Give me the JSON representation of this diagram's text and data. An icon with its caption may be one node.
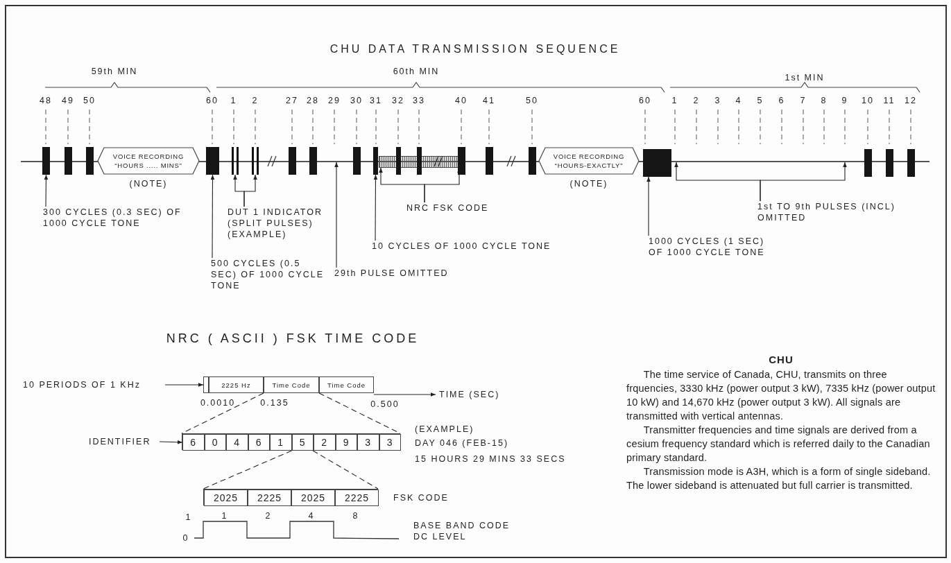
{
  "diagram": {
    "title": "CHU DATA TRANSMISSION SEQUENCE",
    "nodes": [
      {
        "text": [],
        "shape": "bar"
      },
      {
        "text": [],
        "shape": "bar"
      },
      {
        "text": [],
        "shape": "bar"
      },
      {
        "text": [
          "VOICE RECORDING “HOURS ..... MINS”"
        ],
        "beside": [
          "(NOTE)"
        ]
      },
      {
        "text": [],
        "shape": "bar"
      },
      {
        "text": [],
        "shape": "bar"
      },
      {
        "text": [],
        "shape": "bar"
      },
      {
        "text": [],
        "shape": "bar"
      },
      {
        "text": [],
        "shape": "bar"
      },
      {
        "text": [],
        "shape": "bar"
      },
      {
        "text": [],
        "shape": "bar"
      },
      {
        "text": [],
        "shape": "bar"
      },
      {
        "text": [],
        "shape": "bar"
      },
      {
        "text": [],
        "shape": "bar"
      },
      {
        "text": [],
        "shape": "bar"
      },
      {
        "text": [],
        "shape": "bar"
      },
      {
        "text": [],
        "shape": "bar"
      },
      {
        "text": [
          "VOICE RECORDING “HOURS-EXACTLY”"
        ],
        "beside": [
          "(NOTE)"
        ]
      },
      {
        "text": [],
        "shape": "bar"
      },
      {
        "text": [],
        "shape": "bar"
      },
      {
        "text": [],
        "shape": "bar"
      },
      {
        "text": [],
        "shape": "bar"
      },
      {
        "text": [
          "300 CYCLES (0.3 SEC) OF 1000 CYCLE TONE"
        ]
      },
      {
        "text": [
          "DUT 1 INDICATOR (SPLIT PULSES) (EXAMPLE)"
        ]
      },
      {
        "text": [
          "NRC FSK CODE"
        ]
      },
      {
        "text": [
          "1st TO 9th PULSES (INCL) OMITTED"
        ]
      },
      {
        "text": [
          "10 CYCLES OF 1000 CYCLE TONE"
        ]
      },
      {
        "text": [
          "1000 CYCLES (1 SEC) OF 1000 CYCLE TONE"
        ]
      },
      {
        "text": [
          "500 CYCLES (0.5 SEC) OF 1000 CYCLE TONE"
        ]
      },
      {
        "text": [
          "29th PULSE OMITTED"
        ]
      },
      {
        "text": [
          "10 PERIODS OF 1 KHz"
        ]
      },
      {
        "text": [],
        "shape": "box"
      },
      {
        "text": [
          "2225 Hz"
        ]
      },
      {
        "text": [
          "Time Code"
        ]
      },
      {
        "text": [
          "Time Code"
        ]
      },
      {
        "text": [
          "IDENTIFIER"
        ]
      },
      {
        "text": [],
        "shape": "box"
      },
      {
        "text": [
          "6"
        ],
        "in": 36
      },
      {
        "text": [
          "0"
        ],
        "in": 36
      },
      {
        "text": [
          "4"
        ],
        "in": 36
      },
      {
        "text": [
          "6"
        ],
        "in": 36
      },
      {
        "text": [
          "1"
        ],
        "in": 36
      },
      {
        "text": [
          "5"
        ],
        "in": 36
      },
      {
        "text": [
          "2"
        ],
        "in": 36
      },
      {
        "text": [
          "9"
        ],
        "in": 36
      },
      {
        "text": [
          "3"
        ],
        "in": 36
      },
      {
        "text": [
          "3"
        ],
        "in": 36
      },
      {
        "text": [],
        "shape": "box"
      },
      {
        "text": [
          "2025"
        ],
        "in": 47
      },
      {
        "text": [
          "2225"
        ],
        "in": 47
      },
      {
        "text": [
          "2025"
        ],
        "in": 47
      },
      {
        "text": [
          "2225"
        ],
        "in": 47
      },
      {
        "text": [],
        "shape": "line"
      },
      {
        "text": [],
        "shape": "line"
      },
      {
        "text": [],
        "shape": "line"
      }
    ],
    "edges": [
      {
        "from": 22,
        "to": 0,
        "arrow": "to"
      },
      {
        "from": 23,
        "to": 5,
        "arrow": "to"
      },
      {
        "from": 23,
        "to": 6,
        "arrow": "to"
      },
      {
        "from": 24,
        "to": 11,
        "arrow": "to"
      },
      {
        "from": 24,
        "to": 11,
        "arrow": "to"
      },
      {
        "from": 25,
        "to": 54,
        "arrow": "to"
      },
      {
        "from": 25,
        "to": 54,
        "arrow": "to"
      },
      {
        "from": 26,
        "to": 10,
        "arrow": "to"
      },
      {
        "from": 27,
        "to": 18,
        "arrow": "to"
      },
      {
        "from": 28,
        "to": 4,
        "arrow": "to"
      },
      {
        "from": 29,
        "to": 53,
        "arrow": "to"
      },
      {
        "from": 30,
        "to": 31,
        "arrow": "to"
      },
      {
        "from": 35,
        "to": 37,
        "arrow": "to"
      },
      {
        "from": 33,
        "to": 36,
        "arrow": "none",
        "style": "dashed"
      },
      {
        "from": 33,
        "to": 36,
        "arrow": "none",
        "style": "dashed"
      },
      {
        "from": 42,
        "to": 47,
        "arrow": "none",
        "style": "dashed"
      },
      {
        "from": 42,
        "to": 47,
        "arrow": "none",
        "style": "dashed"
      }
    ],
    "labels": [
      "59th MIN",
      "60th MIN",
      "1st MIN",
      "48",
      "49",
      "50",
      "60",
      "1",
      "2",
      "27",
      "28",
      "29",
      "30",
      "31",
      "32",
      "33",
      "40",
      "41",
      "50",
      "60",
      "1",
      "2",
      "3",
      "4",
      "5",
      "6",
      "7",
      "8",
      "9",
      "10",
      "11",
      "12",
      "NRC ( ASCII ) FSK TIME CODE",
      "CHU",
      "TIME (SEC)",
      "0.0010",
      "0.135",
      "0.500",
      "(EXAMPLE)",
      "DAY 046 (FEB-15)",
      "15 HOURS 29 MINS 33 SECS",
      "FSK CODE",
      "1",
      "1",
      "2",
      "4",
      "8",
      "0",
      "BASE BAND CODE DC LEVEL",
      "The time service of Canada, CHU, transmits on three frquencies, 3330 kHz (power output 3 kW), 7335 kHz (power output 10 kW) and 14,670 kHz (power output 3 kW). All signals are transmitted with vertical antennas.",
      "Transmitter frequencies and time signals are derived from a cesium frequency standard which is referred daily to the Canadian primary standard.",
      "Transmission mode is A3H, which is a form of single sideband. The lower sideband is attenuated but full carrier is transmitted."
    ]
  }
}
